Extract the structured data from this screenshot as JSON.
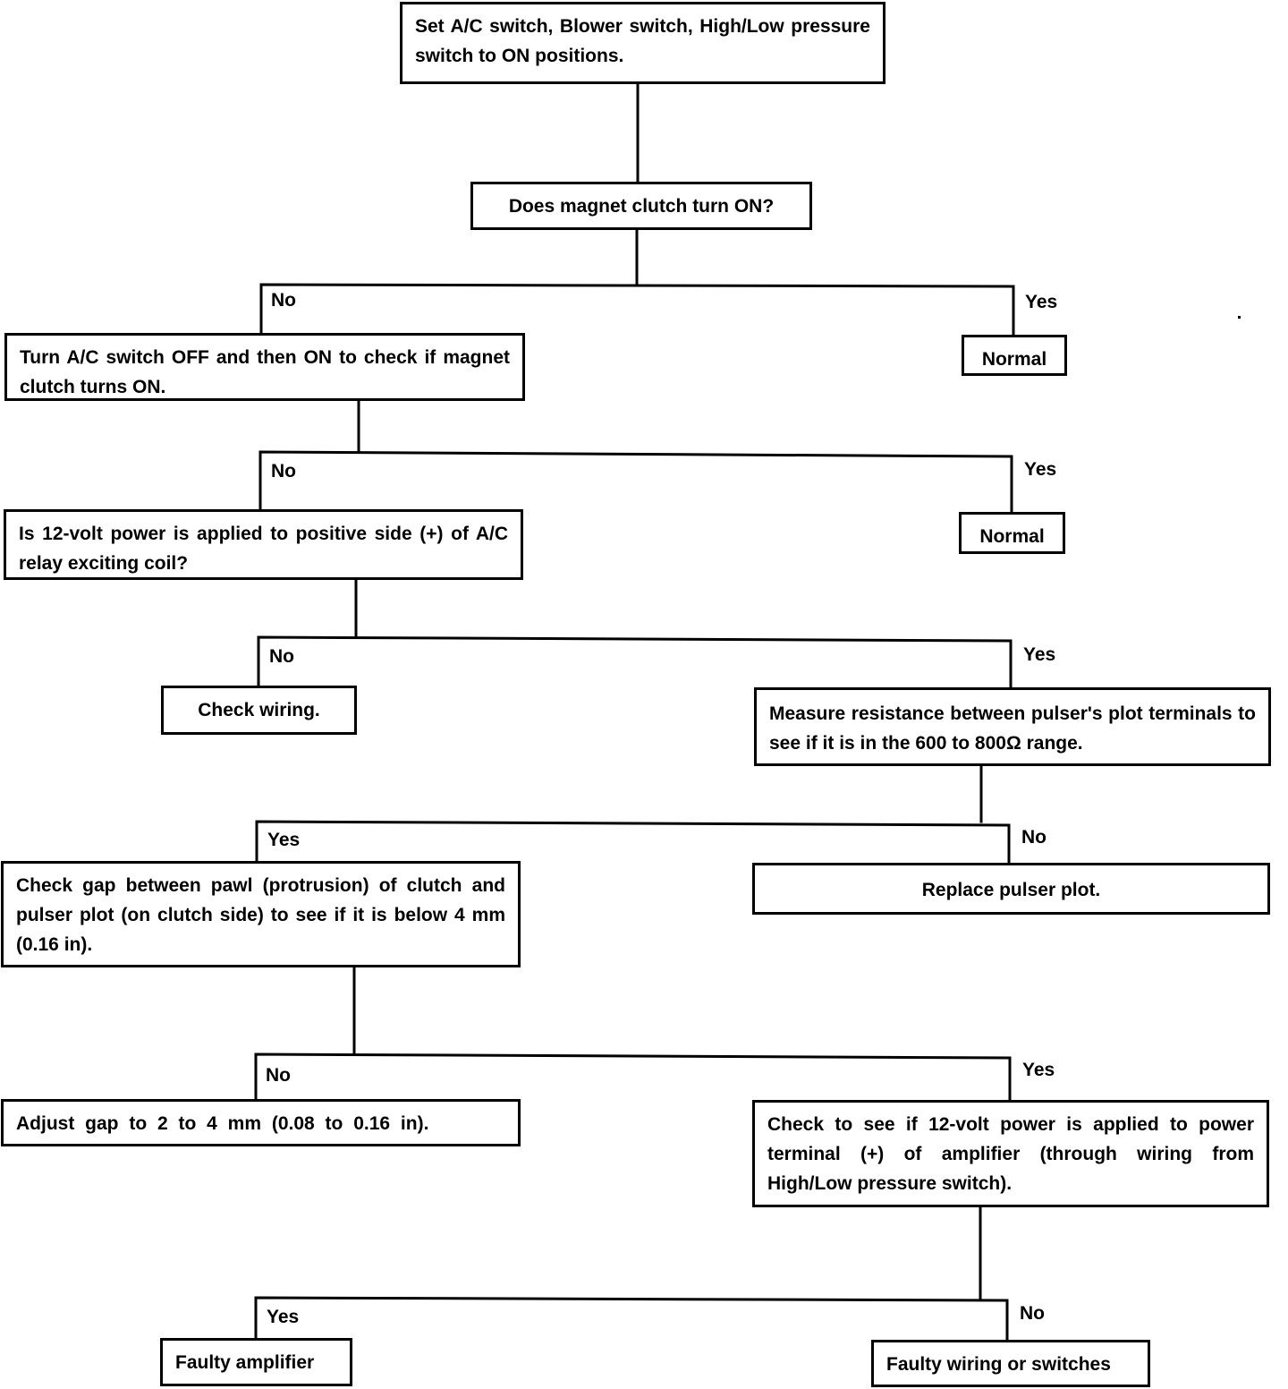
{
  "nodes": {
    "start": "Set A/C switch, Blower switch, High/Low pressure switch to ON positions.",
    "q_clutch": "Does magnet clutch turn ON?",
    "normal_1": "Normal",
    "step_toggle": "Turn A/C switch OFF and then ON to check if magnet clutch turns ON.",
    "normal_2": "Normal",
    "q_power_relay": "Is 12-volt power is applied to positive side (+) of A/C relay exciting coil?",
    "check_wiring": "Check wiring.",
    "measure_resistance": "Measure resistance between pulser's plot terminals to see if it is in the 600 to 800Ω range.",
    "check_gap": "Check gap between pawl (protrusion) of clutch and pulser plot (on clutch side) to see if it is below 4 mm (0.16 in).",
    "replace_pulser": "Replace pulser plot.",
    "adjust_gap": "Adjust gap to 2 to 4 mm (0.08 to 0.16 in).",
    "check_amp_power": "Check to see if 12-volt power is applied to power terminal (+) of amplifier (through wiring from High/Low pressure switch).",
    "faulty_amplifier": "Faulty amplifier",
    "faulty_wiring": "Faulty wiring or switches"
  },
  "branch_labels": {
    "b1_left": "No",
    "b1_right": "Yes",
    "b2_left": "No",
    "b2_right": "Yes",
    "b3_left": "No",
    "b3_right": "Yes",
    "b4_left": "Yes",
    "b4_right": "No",
    "b5_left": "No",
    "b5_right": "Yes",
    "b6_left": "Yes",
    "b6_right": "No"
  }
}
